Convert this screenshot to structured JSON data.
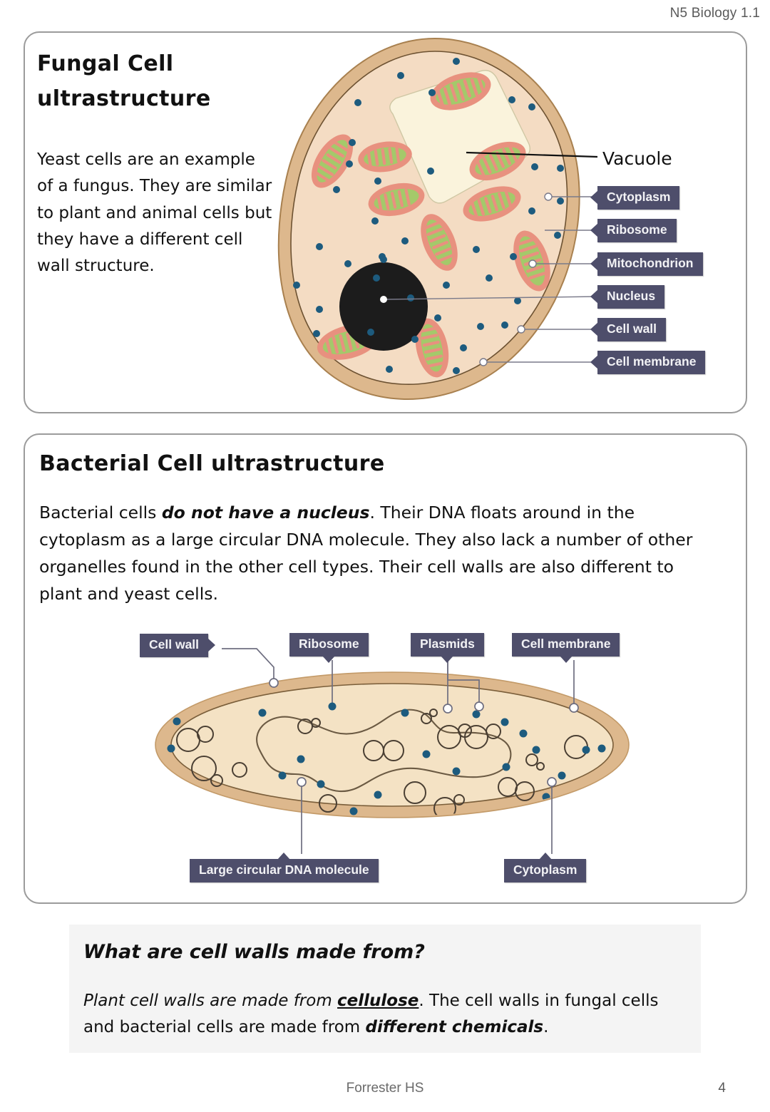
{
  "header": {
    "course_ref": "N5 Biology 1.1"
  },
  "fungal": {
    "title_line1": "Fungal Cell",
    "title_line2": "ultrastructure",
    "paragraph": "Yeast cells are an example of a fungus. They are similar to plant and animal cells but they have a different cell wall structure.",
    "diagram": {
      "name": "fungal-cell-diagram",
      "labels": [
        {
          "id": "vacuole",
          "text": "Vacuole",
          "style": "plain"
        },
        {
          "id": "cytoplasm",
          "text": "Cytoplasm",
          "style": "chip"
        },
        {
          "id": "ribosome",
          "text": "Ribosome",
          "style": "chip"
        },
        {
          "id": "mitochondrion",
          "text": "Mitochondrion",
          "style": "chip"
        },
        {
          "id": "nucleus",
          "text": "Nucleus",
          "style": "chip"
        },
        {
          "id": "cell-wall",
          "text": "Cell wall",
          "style": "chip"
        },
        {
          "id": "cell-membrane",
          "text": "Cell membrane",
          "style": "chip"
        }
      ],
      "colors": {
        "cell_wall": "#ddb88d",
        "cell_wall_edge": "#a8804f",
        "cytoplasm": "#f4dcc3",
        "vacuole": "#faf3dc",
        "mitochondrion_outer": "#e8917f",
        "mitochondrion_inner": "#a4c96a",
        "ribosome_dot": "#1d5b7e",
        "nucleus": "#1c1c1c",
        "leader_line": "#7a7a8a"
      }
    }
  },
  "bacterial": {
    "title": "Bacterial Cell ultrastructure",
    "paragraph_parts": [
      {
        "text": "Bacterial cells ",
        "bold": false
      },
      {
        "text": "do not have a nucleus",
        "bold": true
      },
      {
        "text": ". Their DNA floats around in the cytoplasm as a large circular DNA molecule. They also lack a number of other organelles found in the other cell types. Their cell walls are also different to plant and yeast cells.",
        "bold": false
      }
    ],
    "diagram": {
      "name": "bacterial-cell-diagram",
      "labels": [
        {
          "id": "cell-wall",
          "text": "Cell wall",
          "notch": "right"
        },
        {
          "id": "ribosome",
          "text": "Ribosome",
          "notch": "down"
        },
        {
          "id": "plasmids",
          "text": "Plasmids",
          "notch": "down"
        },
        {
          "id": "cell-membrane",
          "text": "Cell membrane",
          "notch": "down"
        },
        {
          "id": "dna-molecule",
          "text": "Large circular DNA molecule",
          "notch": "up"
        },
        {
          "id": "cytoplasm",
          "text": "Cytoplasm",
          "notch": "up"
        }
      ],
      "colors": {
        "cell_wall": "#ddb88d",
        "cell_wall_edge": "#a8804f",
        "cytoplasm": "#f4e2c4",
        "dna_outline": "#6b5a43",
        "plasmid_outline": "#4a3f33",
        "ribosome_dot": "#1d5b7e",
        "leader_line": "#6e6e80"
      }
    }
  },
  "info_box": {
    "question": "What are cell walls made from?",
    "answer_parts": [
      {
        "text": "Plant cell walls are made from ",
        "style": "italic"
      },
      {
        "text": "cellulose",
        "style": "bold-italic-underline"
      },
      {
        "text": ". The cell walls in fungal cells and bacterial cells are made from ",
        "style": "plain"
      },
      {
        "text": "different chemicals",
        "style": "bold-italic"
      },
      {
        "text": ".",
        "style": "plain"
      }
    ],
    "background": "#f4f4f4"
  },
  "footer": {
    "school": "Forrester HS",
    "page_number": "4"
  }
}
